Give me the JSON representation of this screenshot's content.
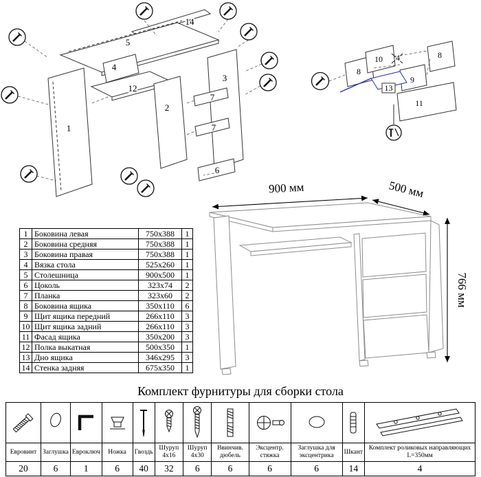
{
  "exploded_left": {
    "labels": {
      "p1": "1",
      "p2": "2",
      "p3": "3",
      "p4": "4",
      "p5": "5",
      "p6": "6",
      "p7a": "7",
      "p7b": "7",
      "p12": "12",
      "p14": "14"
    }
  },
  "exploded_right": {
    "labels": {
      "p8a": "8",
      "p8b": "8",
      "p9": "9",
      "p10": "10",
      "p11": "11",
      "p13": "13",
      "marker4": "4"
    }
  },
  "desk": {
    "dim_width": "900 мм",
    "dim_depth": "500 мм",
    "dim_height": "766 мм"
  },
  "parts_table": {
    "rows": [
      {
        "num": "1",
        "name": "Боковина левая",
        "size": "750x388",
        "qty": "1"
      },
      {
        "num": "2",
        "name": "Боковина средняя",
        "size": "750x388",
        "qty": "1"
      },
      {
        "num": "3",
        "name": "Боковина правая",
        "size": "750x388",
        "qty": "1"
      },
      {
        "num": "4",
        "name": "Вязка стола",
        "size": "525x260",
        "qty": "1"
      },
      {
        "num": "5",
        "name": "Столешница",
        "size": "900x500",
        "qty": "1"
      },
      {
        "num": "6",
        "name": "Цоколь",
        "size": "323x74",
        "qty": "2"
      },
      {
        "num": "7",
        "name": "Планка",
        "size": "323x60",
        "qty": "2"
      },
      {
        "num": "8",
        "name": "Боковина ящика",
        "size": "350x110",
        "qty": "6"
      },
      {
        "num": "9",
        "name": "Щит ящика передний",
        "size": "266x110",
        "qty": "3"
      },
      {
        "num": "10",
        "name": "Щит ящика задний",
        "size": "266x110",
        "qty": "3"
      },
      {
        "num": "11",
        "name": "Фасад ящика",
        "size": "350x200",
        "qty": "3"
      },
      {
        "num": "12",
        "name": "Полка выкатная",
        "size": "500x350",
        "qty": "1"
      },
      {
        "num": "13",
        "name": "Дно ящика",
        "size": "346x295",
        "qty": "3"
      },
      {
        "num": "14",
        "name": "Стенка задняя",
        "size": "675x350",
        "qty": "1"
      }
    ]
  },
  "hardware": {
    "title": "Комплект фурнитуры для сборки стола",
    "items": [
      {
        "name": "Евровинт",
        "qty": "20",
        "icon": "euro-screw"
      },
      {
        "name": "Заглушка",
        "qty": "6",
        "icon": "cap"
      },
      {
        "name": "Евроключ",
        "qty": "1",
        "icon": "hex-key"
      },
      {
        "name": "Ножка",
        "qty": "6",
        "icon": "foot"
      },
      {
        "name": "Гвоздь",
        "qty": "40",
        "icon": "nail"
      },
      {
        "name": "Шуруп 4x16",
        "qty": "32",
        "icon": "screw-small"
      },
      {
        "name": "Шуруп 4x30",
        "qty": "6",
        "icon": "screw-large"
      },
      {
        "name": "Ввинчив. дюбель",
        "qty": "6",
        "icon": "dowel-screw"
      },
      {
        "name": "Эксцентр. стяжка",
        "qty": "6",
        "icon": "cam-lock"
      },
      {
        "name": "Заглушка для эксцентрика",
        "qty": "6",
        "icon": "cam-cap"
      },
      {
        "name": "Шкант",
        "qty": "14",
        "icon": "dowel"
      },
      {
        "name": "Комплект роликовых направляющих L=350мм",
        "qty": "4",
        "icon": "slides"
      }
    ]
  }
}
